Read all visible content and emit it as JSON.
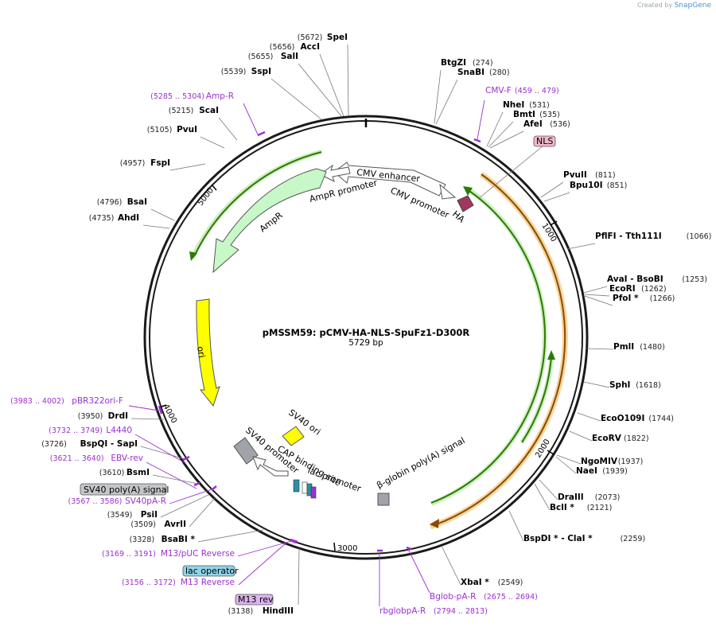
{
  "watermark": {
    "prefix": "Created by",
    "brand": "SnapGene"
  },
  "plasmid": {
    "name": "pMSSM59: pCMV-HA-NLS-SpuFz1-D300R",
    "size_text": "5729 bp",
    "length": 5729
  },
  "ticks": [
    "1000",
    "2000",
    "3000",
    "4000",
    "5000"
  ],
  "features": {
    "cmv_enhancer": "CMV enhancer",
    "cmv_promoter": "CMV promoter",
    "ha": "HA",
    "nls": "NLS",
    "ampr_promoter": "AmpR promoter",
    "ampr": "AmpR",
    "ori": "ori",
    "sv40_ori": "SV40 ori",
    "sv40_promoter": "SV40 promoter",
    "cap": "CAP binding site",
    "lac_promoter": "lac promoter",
    "bglobin": "β-globin poly(A) signal",
    "sv40_polya": "SV40 poly(A) signal",
    "lac_operator": "lac operator",
    "m13_rev": "M13 rev"
  },
  "sites": [
    {
      "id": "spei",
      "name": "SpeI",
      "pos": "(5672)"
    },
    {
      "id": "acci",
      "name": "AccI",
      "pos": "(5656)"
    },
    {
      "id": "sali",
      "name": "SalI",
      "pos": "(5655)"
    },
    {
      "id": "sspi",
      "name": "SspI",
      "pos": "(5539)"
    },
    {
      "id": "scai",
      "name": "ScaI",
      "pos": "(5215)"
    },
    {
      "id": "pvui",
      "name": "PvuI",
      "pos": "(5105)"
    },
    {
      "id": "fspi",
      "name": "FspI",
      "pos": "(4957)"
    },
    {
      "id": "bsai",
      "name": "BsaI",
      "pos": "(4796)"
    },
    {
      "id": "ahdi",
      "name": "AhdI",
      "pos": "(4735)"
    },
    {
      "id": "btgzi",
      "name": "BtgZI",
      "pos": "(274)"
    },
    {
      "id": "snabi",
      "name": "SnaBI",
      "pos": "(280)"
    },
    {
      "id": "nhei",
      "name": "NheI",
      "pos": "(531)"
    },
    {
      "id": "bmti",
      "name": "BmtI",
      "pos": "(535)"
    },
    {
      "id": "afei",
      "name": "AfeI",
      "pos": "(536)"
    },
    {
      "id": "pvuii",
      "name": "PvuII",
      "pos": "(811)"
    },
    {
      "id": "bpu10i",
      "name": "Bpu10I",
      "pos": "(851)"
    },
    {
      "id": "pflfi",
      "name": "PflFI  - Tth111I",
      "pos": "(1066)"
    },
    {
      "id": "avai",
      "name": "AvaI  - BsoBI",
      "pos": "(1253)"
    },
    {
      "id": "ecori",
      "name": "EcoRI",
      "pos": "(1262)"
    },
    {
      "id": "pfoi",
      "name": "PfoI *",
      "pos": "(1266)"
    },
    {
      "id": "pmli",
      "name": "PmlI",
      "pos": "(1480)"
    },
    {
      "id": "sphi",
      "name": "SphI",
      "pos": "(1618)"
    },
    {
      "id": "ecoo109i",
      "name": "EcoO109I",
      "pos": "(1744)"
    },
    {
      "id": "ecorv",
      "name": "EcoRV",
      "pos": "(1822)"
    },
    {
      "id": "ngomiv",
      "name": "NgoMIV",
      "pos": "(1937)"
    },
    {
      "id": "naei",
      "name": "NaeI",
      "pos": "(1939)"
    },
    {
      "id": "draiii",
      "name": "DraIII",
      "pos": "(2073)"
    },
    {
      "id": "bcli",
      "name": "BclI *",
      "pos": "(2121)"
    },
    {
      "id": "bspdi",
      "name": "BspDI *  - ClaI *",
      "pos": "(2259)"
    },
    {
      "id": "xbai",
      "name": "XbaI *",
      "pos": "(2549)"
    },
    {
      "id": "drdi",
      "name": "DrdI",
      "pos": "(3950)"
    },
    {
      "id": "bspqi",
      "name": "BspQI  - SapI",
      "pos": "(3726)"
    },
    {
      "id": "bsmi",
      "name": "BsmI",
      "pos": "(3610)"
    },
    {
      "id": "psii",
      "name": "PsiI",
      "pos": "(3549)"
    },
    {
      "id": "avrii",
      "name": "AvrII",
      "pos": "(3509)"
    },
    {
      "id": "bsabi",
      "name": "BsaBI *",
      "pos": "(3328)"
    },
    {
      "id": "hindiii",
      "name": "HindIII",
      "pos": "(3138)"
    }
  ],
  "primers": [
    {
      "id": "ampr",
      "name": "Amp-R",
      "pos": "(5285 .. 5304)"
    },
    {
      "id": "cmvf",
      "name": "CMV-F",
      "pos": "(459 .. 479)"
    },
    {
      "id": "pbr",
      "name": "pBR322ori-F",
      "pos": "(3983 .. 4002)"
    },
    {
      "id": "l4440",
      "name": "L4440",
      "pos": "(3732 .. 3749)"
    },
    {
      "id": "ebvrev",
      "name": "EBV-rev",
      "pos": "(3621 .. 3640)"
    },
    {
      "id": "sv40pa",
      "name": "SV40pA-R",
      "pos": "(3567 .. 3586)"
    },
    {
      "id": "m13puc",
      "name": "M13/pUC Reverse",
      "pos": "(3169 .. 3191)"
    },
    {
      "id": "m13rev",
      "name": "M13 Reverse",
      "pos": "(3156 .. 3172)"
    },
    {
      "id": "bglob",
      "name": "Bglob-pA-R",
      "pos": "(2675 .. 2694)"
    },
    {
      "id": "rbglob",
      "name": "rbglobpA-R",
      "pos": "(2794 .. 2813)"
    }
  ],
  "colors": {
    "backbone": "#1a1a1a",
    "cds_green": "#4caf1e",
    "cds_orange": "#e8a23c",
    "ampr_fill": "#c8f7c8",
    "promoter_fill": "#ffffff",
    "ori_fill": "#ffff00",
    "primer": "#9b30d0",
    "ha_fill": "#a0375f",
    "nls_fill": "#f3b6c8",
    "polya_fill": "#a0a4aa",
    "lac_operator_fill": "#8fd3e8",
    "m13_fill": "#dcb2f0"
  }
}
